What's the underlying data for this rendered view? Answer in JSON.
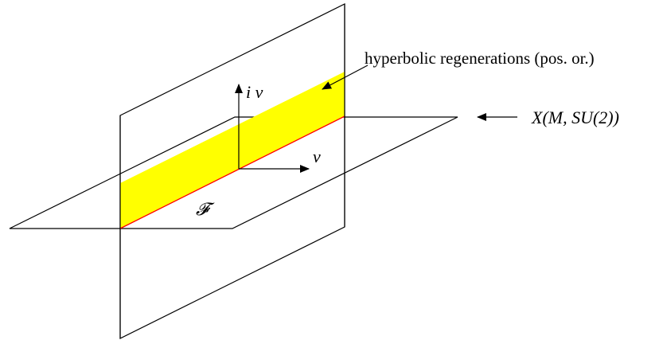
{
  "labels": {
    "strip_annotation": "hyperbolic regenerations (pos. or.)",
    "iv_axis": "i v",
    "v_axis": "v",
    "plane_label": "X(M, SU(2))",
    "region_label": "𝓕"
  },
  "colors": {
    "strip_fill": "#ffff00",
    "strip_edge": "#ff0000",
    "stroke": "#000000"
  }
}
